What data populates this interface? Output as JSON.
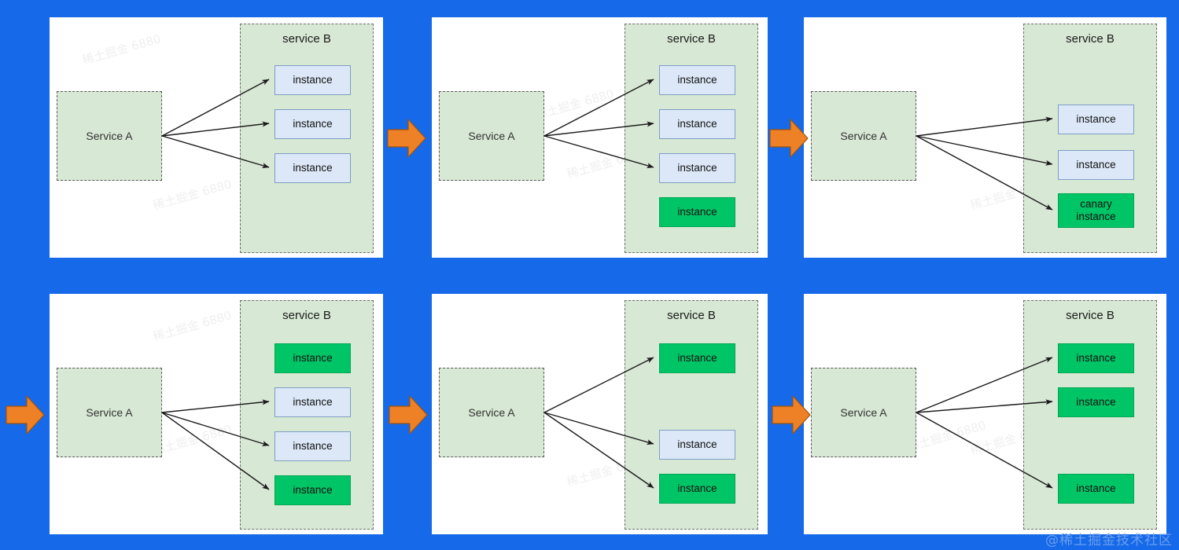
{
  "meta": {
    "background_color": "#1669e8",
    "panel_background": "#ffffff",
    "accent_arrow_color": "#ee8026",
    "service_box_color": "#d7e8d4",
    "instance_blue": "#dce8f8",
    "instance_green": "#00c566",
    "watermark": "@稀土掘金技术社区",
    "faint_watermark": "稀土掘金 6880"
  },
  "labels": {
    "service_a": "Service A",
    "service_b": "service B",
    "instance": "instance",
    "canary_line1": "canary",
    "canary_line2": "instance"
  },
  "panels": [
    {
      "id": "panel-1",
      "caption": "service B with three original instances, all receiving traffic",
      "service_a": "Service A",
      "service_b": "service B",
      "instances": [
        {
          "label": "instance",
          "color": "blue",
          "has_arrow": true
        },
        {
          "label": "instance",
          "color": "blue",
          "has_arrow": true
        },
        {
          "label": "instance",
          "color": "blue",
          "has_arrow": true
        }
      ]
    },
    {
      "id": "panel-2",
      "caption": "a new green instance is added but receives no traffic",
      "service_a": "Service A",
      "service_b": "service B",
      "instances": [
        {
          "label": "instance",
          "color": "blue",
          "has_arrow": true
        },
        {
          "label": "instance",
          "color": "blue",
          "has_arrow": true
        },
        {
          "label": "instance",
          "color": "blue",
          "has_arrow": true
        },
        {
          "label": "instance",
          "color": "green",
          "has_arrow": false
        }
      ]
    },
    {
      "id": "panel-3",
      "caption": "one old instance removed, canary instance now takes traffic",
      "service_a": "Service A",
      "service_b": "service B",
      "instances": [
        {
          "label": "instance",
          "color": "blue",
          "has_arrow": true
        },
        {
          "label": "instance",
          "color": "blue",
          "has_arrow": true
        },
        {
          "label": "canary instance",
          "color": "green",
          "has_arrow": true,
          "two_line": true
        }
      ]
    },
    {
      "id": "panel-4",
      "caption": "second green instance added without traffic",
      "service_a": "Service A",
      "service_b": "service B",
      "instances": [
        {
          "label": "instance",
          "color": "green",
          "has_arrow": false
        },
        {
          "label": "instance",
          "color": "blue",
          "has_arrow": true
        },
        {
          "label": "instance",
          "color": "blue",
          "has_arrow": true
        },
        {
          "label": "instance",
          "color": "green",
          "has_arrow": true
        }
      ]
    },
    {
      "id": "panel-5",
      "caption": "two green instances serving, one blue instance remaining",
      "service_a": "Service A",
      "service_b": "service B",
      "instances": [
        {
          "label": "instance",
          "color": "green",
          "has_arrow": true
        },
        {
          "label": "instance",
          "color": "blue",
          "has_arrow": true
        },
        {
          "label": "instance",
          "color": "green",
          "has_arrow": true
        }
      ]
    },
    {
      "id": "panel-6",
      "caption": "rollout complete, all instances are green",
      "service_a": "Service A",
      "service_b": "service B",
      "instances": [
        {
          "label": "instance",
          "color": "green",
          "has_arrow": true
        },
        {
          "label": "instance",
          "color": "green",
          "has_arrow": true
        },
        {
          "label": "instance",
          "color": "green",
          "has_arrow": true
        }
      ]
    }
  ],
  "step_arrows": [
    {
      "id": "step-arrow-1",
      "between": "panel-1 to panel-2"
    },
    {
      "id": "step-arrow-2",
      "between": "panel-2 to panel-3"
    },
    {
      "id": "step-arrow-3",
      "between": "panel-3 to panel-4"
    },
    {
      "id": "step-arrow-4",
      "between": "panel-4 to panel-5"
    },
    {
      "id": "step-arrow-5",
      "between": "panel-5 to panel-6"
    }
  ]
}
